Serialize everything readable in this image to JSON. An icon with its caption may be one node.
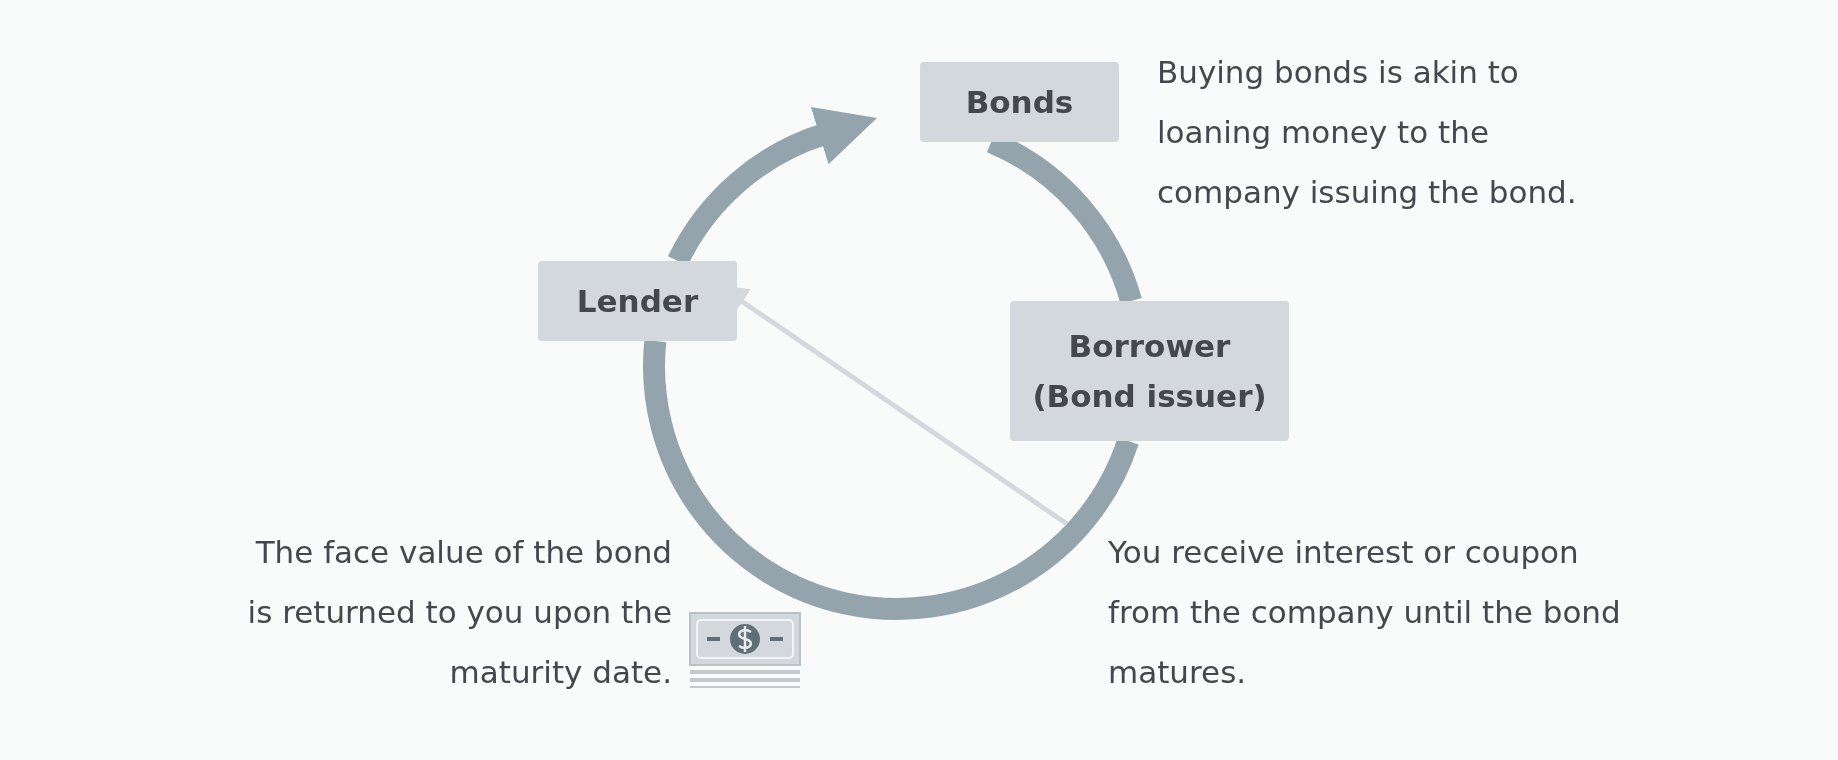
{
  "diagram": {
    "nodes": [
      {
        "text": [
          "Bonds"
        ]
      },
      {
        "text": [
          "Lender"
        ]
      },
      {
        "text": [
          "Borrower (Bond issuer)"
        ]
      }
    ],
    "edges": [
      {
        "from": 1,
        "to": 0,
        "arrow": "to"
      },
      {
        "from": 0,
        "to": 2,
        "arrow": "none"
      },
      {
        "from": 2,
        "to": 1,
        "arrow": "none"
      },
      {
        "from": null,
        "to": 1,
        "arrow": "to",
        "color": "#d5d9dd"
      }
    ],
    "labels": [
      "Buying bonds is akin to loaning money to the company issuing the bond.",
      "The face value of the bond is returned to you upon the maturity date.",
      "You receive interest or coupon from the company until the bond matures."
    ]
  }
}
